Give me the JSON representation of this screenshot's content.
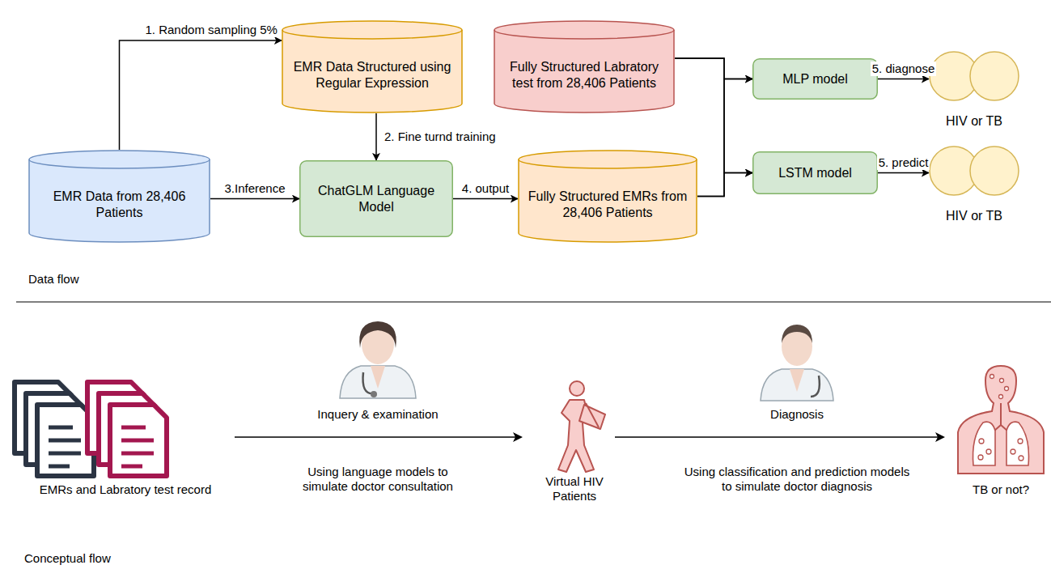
{
  "diagram": {
    "nodes": [
      {
        "text": [
          "EMR Data from 28,406 Patients"
        ]
      },
      {
        "text": [
          "EMR Data Structured using Regular Expression"
        ]
      },
      {
        "text": [
          "Fully Structured Labratory test from 28,406 Patients"
        ]
      },
      {
        "text": [
          "ChatGLM Language Model"
        ]
      },
      {
        "text": [
          "Fully Structured EMRs from 28,406 Patients"
        ]
      },
      {
        "text": [
          "MLP model"
        ]
      },
      {
        "text": [
          "LSTM model"
        ]
      },
      {
        "text": [
          "HIV or TB"
        ]
      },
      {
        "text": [
          "HIV or TB"
        ]
      }
    ],
    "edges": [
      {
        "from": 0,
        "to": 1,
        "label": "1. Random sampling 5%",
        "arrow": "to"
      },
      {
        "from": 1,
        "to": 3,
        "label": "2. Fine turnd training",
        "arrow": "to"
      },
      {
        "from": 0,
        "to": 3,
        "label": "3.Inference",
        "arrow": "to"
      },
      {
        "from": 3,
        "to": 4,
        "label": "4. output",
        "arrow": "to"
      },
      {
        "from": 2,
        "to": 5,
        "arrow": "to"
      },
      {
        "from": 2,
        "to": 6,
        "arrow": "to"
      },
      {
        "from": 4,
        "to": 5,
        "arrow": "to"
      },
      {
        "from": 4,
        "to": 6,
        "arrow": "to"
      },
      {
        "from": 5,
        "to": 7,
        "label": "5. diagnose",
        "arrow": "to"
      },
      {
        "from": 6,
        "to": 8,
        "label": "5. predict",
        "arrow": "to"
      }
    ],
    "labels": [
      "Data flow",
      "EMRs and Labratory test record",
      "Inquery & examination",
      "Using language models to simulate doctor consultation",
      "Virtual HIV Patients",
      "Diagnosis",
      "Using classification and prediction models to simulate doctor diagnosis",
      "TB or not?",
      "Conceptual flow"
    ]
  }
}
